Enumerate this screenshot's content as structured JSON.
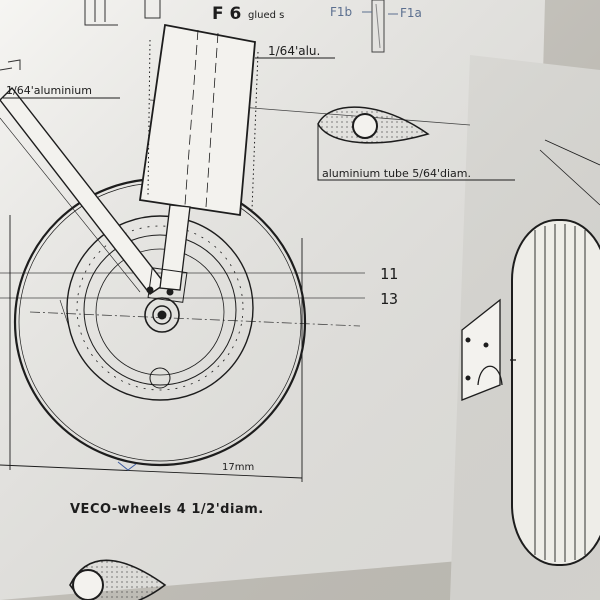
{
  "labels": {
    "f6": "F 6",
    "f6_note": "glued s",
    "f1b": "F1b",
    "f1a": "F1a",
    "alu_short": "1/64'alu.",
    "aluminium": "1/64'aluminium",
    "tube": "aluminium tube 5/64'diam.",
    "ref11": "11",
    "ref13": "13",
    "dim": "17mm",
    "wheels": "VECO-wheels 4 1/2'diam."
  },
  "colors": {
    "paper": "#f3f2ee",
    "ink": "#1d1d1d",
    "pencil": "#5b6f8f"
  }
}
